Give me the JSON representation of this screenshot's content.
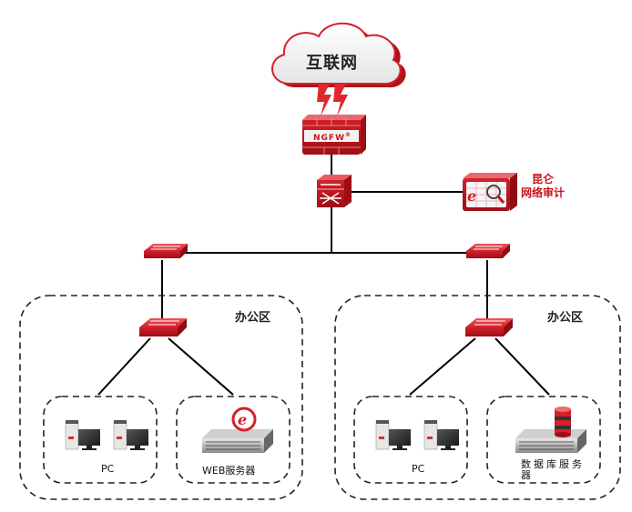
{
  "diagram": {
    "type": "network-topology",
    "colors": {
      "device_red": "#d4202a",
      "device_dark_red": "#9e0e15",
      "line": "#000000",
      "audit_label": "#c8141e",
      "dashed_border": "#222222"
    },
    "internet": {
      "label": "互联网",
      "icon": "cloud-icon"
    },
    "firewall": {
      "label": "NGFW",
      "superscript": "®",
      "icon": "firewall-icon"
    },
    "core_switch": {
      "icon": "core-switch-icon"
    },
    "audit": {
      "label_line1": "昆仑",
      "label_line2": "网络审计",
      "icon": "audit-appliance-icon"
    },
    "zones": [
      {
        "label": "办公区",
        "groups": [
          {
            "label": "PC",
            "devices": [
              "pc-icon",
              "pc-icon"
            ]
          },
          {
            "label": "WEB服务器",
            "devices": [
              "web-server-icon"
            ]
          }
        ]
      },
      {
        "label": "办公区",
        "groups": [
          {
            "label": "PC",
            "devices": [
              "pc-icon",
              "pc-icon"
            ]
          },
          {
            "label_line1": "数据库服务",
            "label_line2": "器",
            "devices": [
              "database-server-icon"
            ]
          }
        ]
      }
    ]
  }
}
